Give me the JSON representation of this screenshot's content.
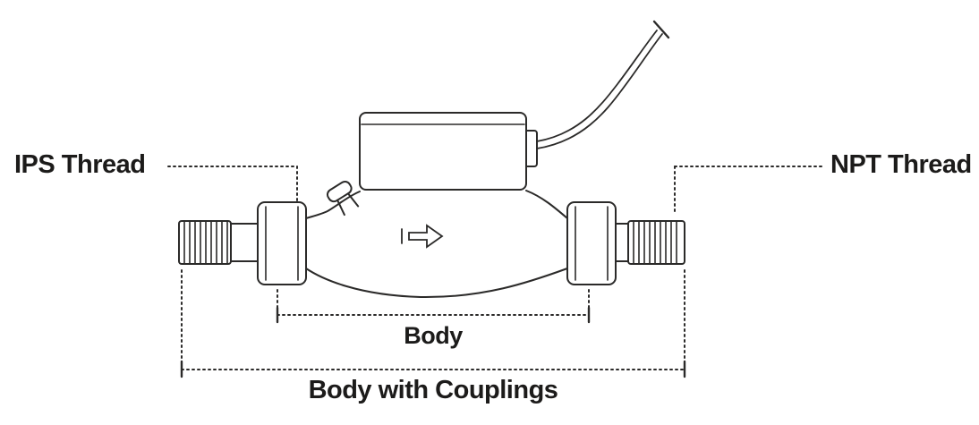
{
  "diagram": {
    "labels": {
      "left_thread": "IPS Thread",
      "right_thread": "NPT Thread",
      "body_dimension": "Body",
      "body_with_couplings_dimension": "Body with Couplings"
    },
    "icons": {
      "flow_arrow": "flow-direction-arrow"
    },
    "colors": {
      "line": "#2b2a29",
      "text": "#1c1b1a",
      "background": "#ffffff"
    }
  }
}
